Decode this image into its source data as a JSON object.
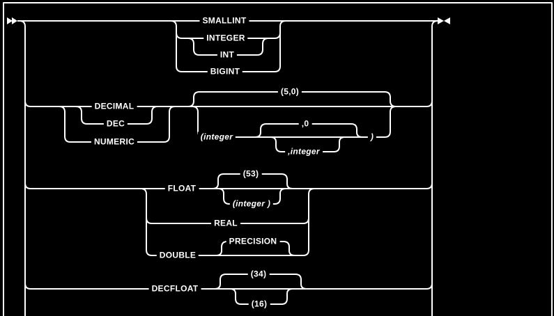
{
  "window": {
    "background_color": "#000000",
    "border_color": "#ffffff",
    "line_color": "#ffffff",
    "text_color": "#ffffff"
  },
  "diagram": {
    "type": "railroad-syntax-diagram",
    "start_marker_icon": "double-right-arrow",
    "end_marker_icon": "facing-arrows",
    "groups": [
      {
        "name": "integer-types",
        "options": [
          "SMALLINT",
          "INTEGER",
          "INT",
          "BIGINT"
        ]
      },
      {
        "name": "decimal-types",
        "options": [
          "DECIMAL",
          "DEC",
          "NUMERIC"
        ],
        "args": {
          "default": "(5,0)",
          "open": "(integer",
          "scale_default": ",0",
          "scale_alt": ",integer",
          "close": ")"
        }
      },
      {
        "name": "float-types",
        "float": "FLOAT",
        "float_default": "(53)",
        "float_alt": "(integer )",
        "real": "REAL",
        "double": "DOUBLE",
        "precision": "PRECISION"
      },
      {
        "name": "decfloat-type",
        "keyword": "DECFLOAT",
        "default": "(34)",
        "alt": "(16)"
      }
    ]
  }
}
